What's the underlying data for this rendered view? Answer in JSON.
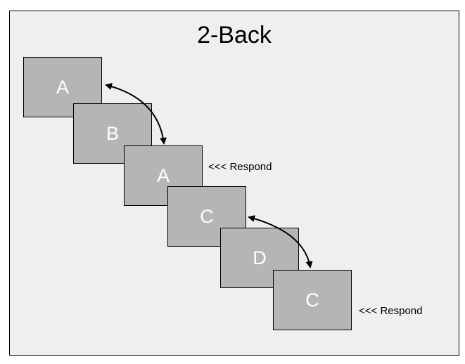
{
  "title": "2-Back",
  "cards": [
    "A",
    "B",
    "A",
    "C",
    "D",
    "C"
  ],
  "respond_labels": [
    "<<< Respond",
    "<<< Respond"
  ],
  "colors": {
    "card_fill": "#b5b5b5",
    "panel_fill": "#efefef",
    "card_text": "#ffffff",
    "border": "#000000"
  }
}
